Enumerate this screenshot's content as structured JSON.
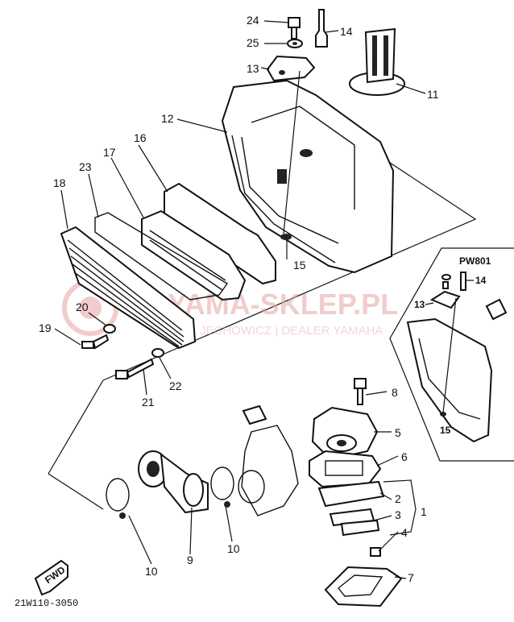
{
  "callouts": [
    {
      "id": "24",
      "text": "24"
    },
    {
      "id": "14",
      "text": "14"
    },
    {
      "id": "25",
      "text": "25"
    },
    {
      "id": "13",
      "text": "13"
    },
    {
      "id": "11",
      "text": "11"
    },
    {
      "id": "12",
      "text": "12"
    },
    {
      "id": "17",
      "text": "17"
    },
    {
      "id": "16",
      "text": "16"
    },
    {
      "id": "23",
      "text": "23"
    },
    {
      "id": "18",
      "text": "18"
    },
    {
      "id": "15a",
      "text": "15"
    },
    {
      "id": "20",
      "text": "20"
    },
    {
      "id": "19",
      "text": "19"
    },
    {
      "id": "22",
      "text": "22"
    },
    {
      "id": "21",
      "text": "21"
    },
    {
      "id": "8",
      "text": "8"
    },
    {
      "id": "5",
      "text": "5"
    },
    {
      "id": "6",
      "text": "6"
    },
    {
      "id": "2",
      "text": "2"
    },
    {
      "id": "1",
      "text": "1"
    },
    {
      "id": "3",
      "text": "3"
    },
    {
      "id": "4",
      "text": "4"
    },
    {
      "id": "10a",
      "text": "10"
    },
    {
      "id": "9",
      "text": "9"
    },
    {
      "id": "10b",
      "text": "10"
    },
    {
      "id": "7",
      "text": "7"
    },
    {
      "id": "14b",
      "text": "14"
    },
    {
      "id": "13b",
      "text": "13"
    },
    {
      "id": "15b",
      "text": "15"
    }
  ],
  "inset_label": "PW801",
  "fwd_label": "FWD",
  "diagram_code": "21W110-3050",
  "watermark": {
    "main": "YAMA-SKLEP.PL",
    "sub": "JECHOWICZ | DEALER YAMAHA"
  }
}
